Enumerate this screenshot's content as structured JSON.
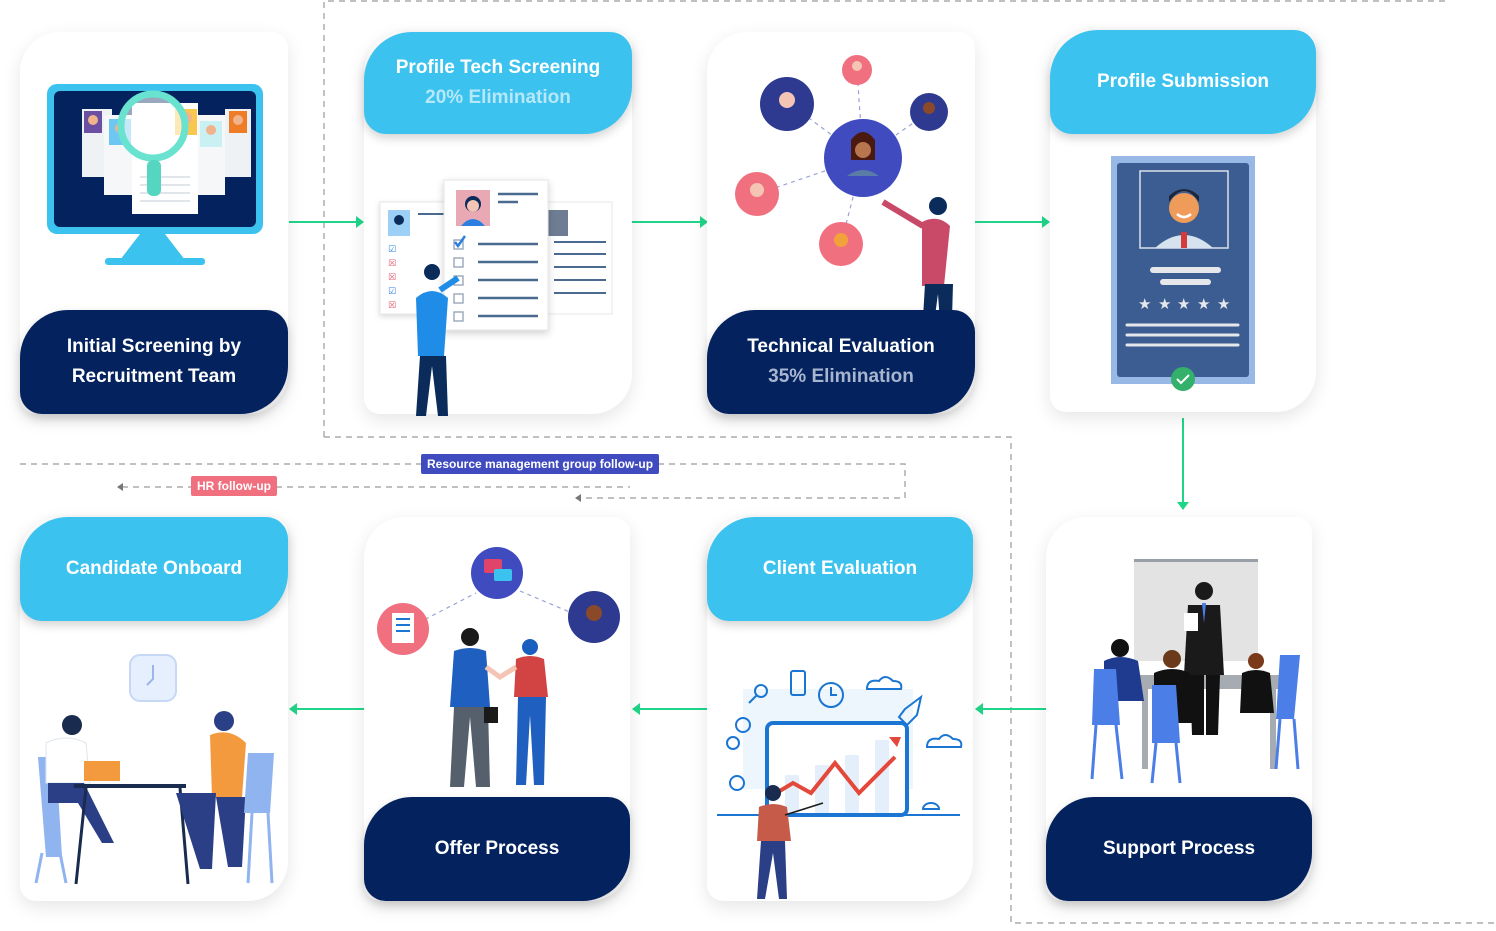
{
  "diagram": {
    "steps": [
      {
        "id": "initial-screening",
        "title": "Initial Screening by",
        "title2": "Recruitment Team",
        "caption_position": "bottom"
      },
      {
        "id": "profile-tech-screening",
        "title": "Profile Tech Screening",
        "subtitle": "20% Elimination",
        "caption_position": "top"
      },
      {
        "id": "technical-evaluation",
        "title": "Technical Evaluation",
        "subtitle": "35% Elimination",
        "caption_position": "bottom"
      },
      {
        "id": "profile-submission",
        "title": "Profile Submission",
        "caption_position": "top"
      },
      {
        "id": "support-process",
        "title": "Support Process",
        "caption_position": "bottom"
      },
      {
        "id": "client-evaluation",
        "title": "Client Evaluation",
        "caption_position": "top"
      },
      {
        "id": "offer-process",
        "title": "Offer Process",
        "caption_position": "bottom"
      },
      {
        "id": "candidate-onboard",
        "title": "Candidate Onboard",
        "caption_position": "top"
      }
    ],
    "flow": [
      [
        "initial-screening",
        "profile-tech-screening"
      ],
      [
        "profile-tech-screening",
        "technical-evaluation"
      ],
      [
        "technical-evaluation",
        "profile-submission"
      ],
      [
        "profile-submission",
        "support-process"
      ],
      [
        "support-process",
        "client-evaluation"
      ],
      [
        "client-evaluation",
        "offer-process"
      ],
      [
        "offer-process",
        "candidate-onboard"
      ]
    ],
    "follow_ups": {
      "resource_group": "Resource management group follow-up",
      "hr": "HR follow-up"
    },
    "profile_rating": {
      "stars": 5,
      "max": 5
    },
    "colors": {
      "caption_light": "#3cc2ee",
      "caption_dark": "#04235e",
      "arrow": "#1fd688",
      "resource_tag": "#3f4bbf",
      "hr_tag": "#f0707f",
      "dashed_line": "#9a9a9a"
    }
  }
}
